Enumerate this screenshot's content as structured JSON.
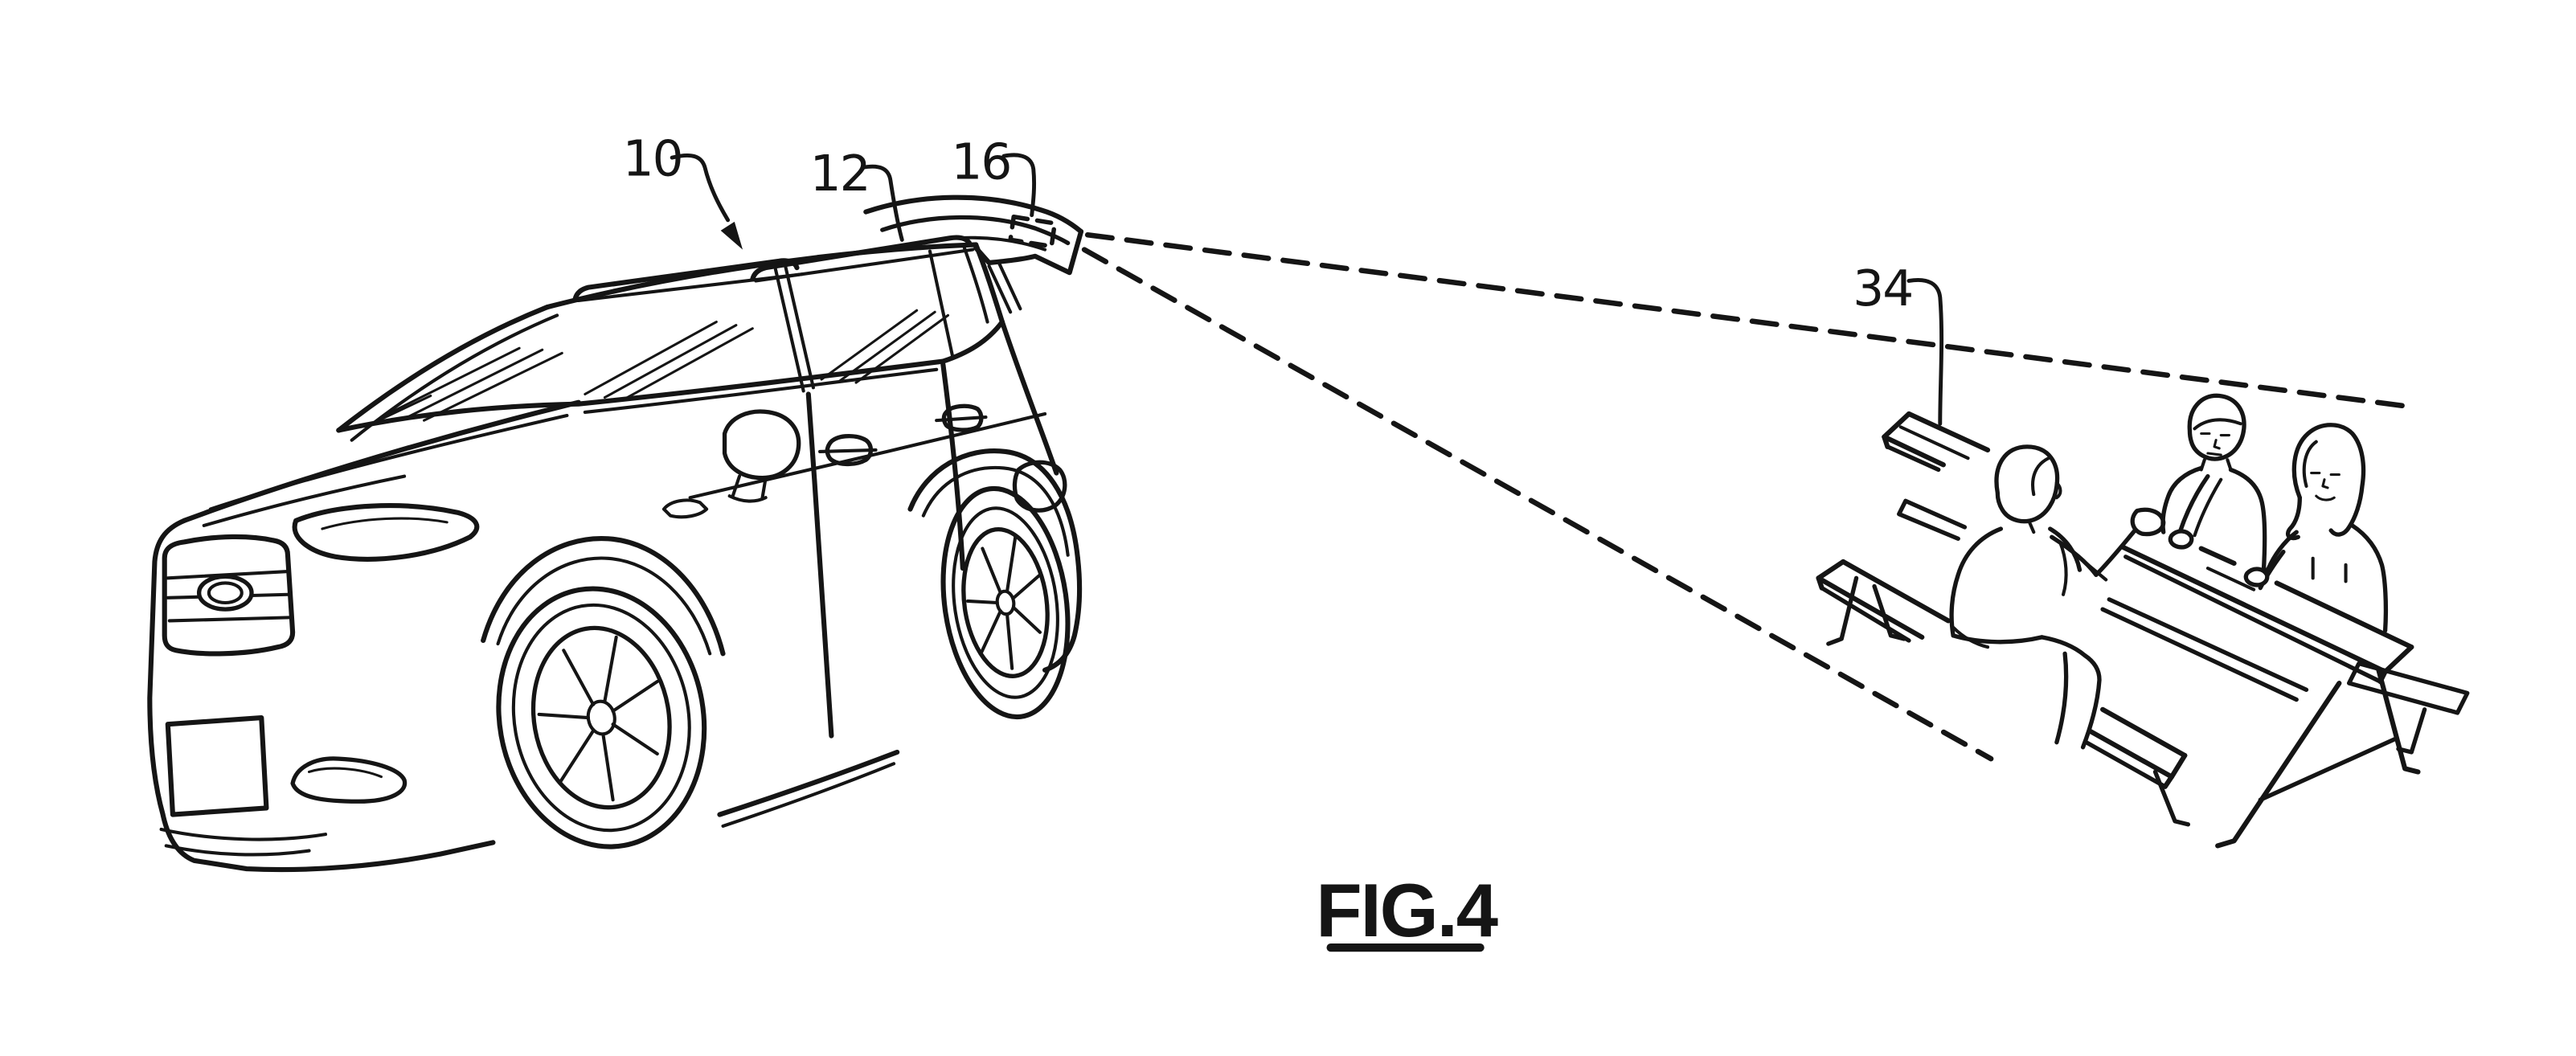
{
  "figure_caption": "FIG.4",
  "labels": {
    "l10": "10",
    "l12": "12",
    "l16": "16",
    "l34": "34"
  },
  "colors": {
    "ink": "#151515",
    "background": "#ffffff"
  }
}
